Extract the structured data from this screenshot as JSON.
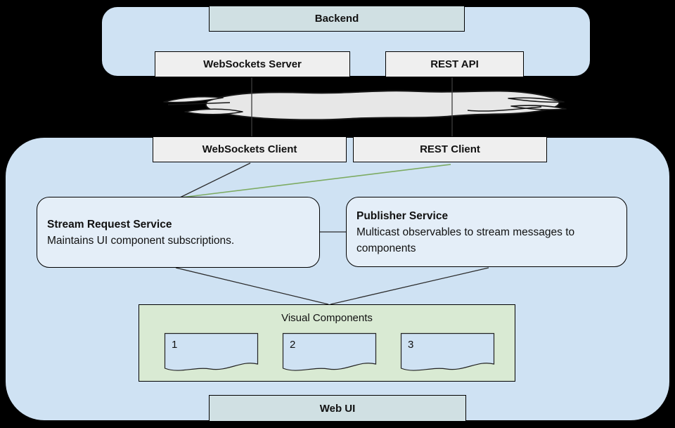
{
  "backend": {
    "title": "Backend",
    "nodes": [
      {
        "label": "WebSockets Server"
      },
      {
        "label": "REST API"
      }
    ]
  },
  "network": {
    "cloud_icon": "network-cloud"
  },
  "frontend": {
    "clients": [
      {
        "label": "WebSockets Client"
      },
      {
        "label": "REST Client"
      }
    ],
    "services": [
      {
        "title": "Stream Request Service",
        "description": "Maintains UI component subscriptions."
      },
      {
        "title": "Publisher Service",
        "description": "Multicast observables to stream messages to components"
      }
    ],
    "visual_components": {
      "title": "Visual Components",
      "items": [
        "1",
        "2",
        "3"
      ]
    },
    "footer_label": "Web UI"
  },
  "colors": {
    "panel_blue": "#cfe2f3",
    "service_blue": "#e4eef8",
    "header_teal": "#d0e0e3",
    "node_gray": "#efefef",
    "component_green": "#d9ead3",
    "doc_blue": "#cfe2f3",
    "cloud_gray": "#e7e7e7",
    "line_dark": "#2b2b2b",
    "line_green": "#7dab63"
  }
}
